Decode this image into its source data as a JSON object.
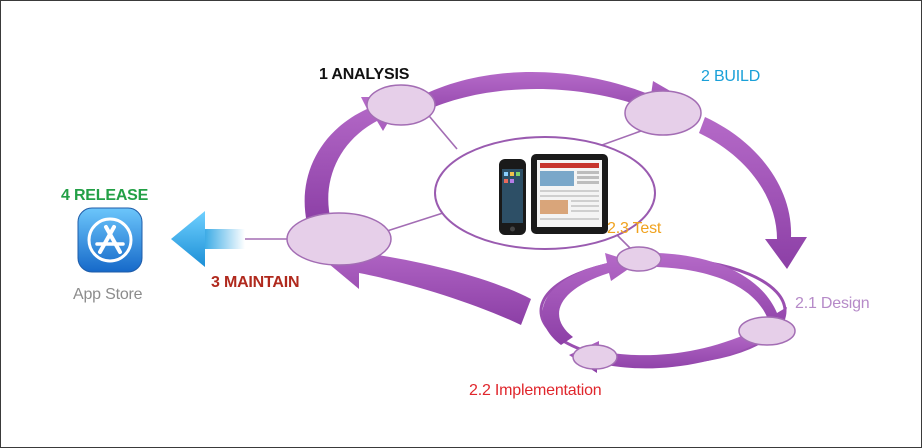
{
  "labels": {
    "analysis": "1 ANALYSIS",
    "build": "2 BUILD",
    "maintain": "3 MAINTAIN",
    "release": "4 RELEASE",
    "test": "2.3 Test",
    "design": "2.1 Design",
    "implementation": "2.2 Implementation",
    "app_store": "App Store"
  },
  "colors": {
    "arrow": "#9a4fb0",
    "arrow_dark": "#7d3595",
    "node_fill": "#e6cfe9",
    "node_stroke": "#a36db4",
    "center_stroke": "#9a5bb0",
    "analysis": "#111111",
    "build": "#1aa0d8",
    "maintain": "#b0291d",
    "release": "#23a046",
    "test": "#f0a21e",
    "design": "#b68ac8",
    "implementation": "#e0262c",
    "app_store": "#8c8c8c",
    "release_arrow": "#29a3e3"
  },
  "icons": {
    "center_image": "iphone-and-ipad-devices",
    "app_store": "app-store-icon",
    "release_arrow": "left-arrow-icon"
  }
}
